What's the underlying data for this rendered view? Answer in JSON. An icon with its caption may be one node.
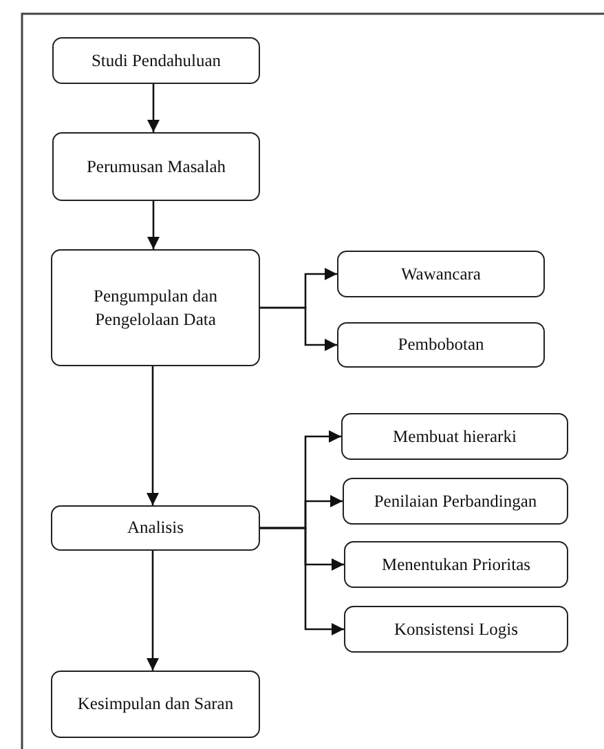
{
  "diagram": {
    "nodes": [
      {
        "text": [
          "Studi Pendahuluan"
        ]
      },
      {
        "text": [
          "Perumusan Masalah"
        ]
      },
      {
        "text": [
          "Pengumpulan dan Pengelolaan Data"
        ]
      },
      {
        "text": [
          "Wawancara"
        ]
      },
      {
        "text": [
          "Pembobotan"
        ]
      },
      {
        "text": [
          "Membuat hierarki"
        ]
      },
      {
        "text": [
          "Penilaian Perbandingan"
        ]
      },
      {
        "text": [
          "Menentukan Prioritas"
        ]
      },
      {
        "text": [
          "Konsistensi Logis"
        ]
      },
      {
        "text": [
          "Analisis"
        ]
      },
      {
        "text": [
          "Kesimpulan dan Saran"
        ]
      }
    ],
    "edges": [
      {
        "from": 0,
        "to": 1,
        "arrow": "to"
      },
      {
        "from": 1,
        "to": 2,
        "arrow": "to"
      },
      {
        "from": 2,
        "to": 3,
        "arrow": "to"
      },
      {
        "from": 2,
        "to": 4,
        "arrow": "to"
      },
      {
        "from": 2,
        "to": 9,
        "arrow": "to"
      },
      {
        "from": 9,
        "to": 5,
        "arrow": "to"
      },
      {
        "from": 9,
        "to": 6,
        "arrow": "to"
      },
      {
        "from": 9,
        "to": 7,
        "arrow": "to"
      },
      {
        "from": 9,
        "to": 8,
        "arrow": "to"
      },
      {
        "from": 9,
        "to": 10,
        "arrow": "to"
      }
    ]
  }
}
